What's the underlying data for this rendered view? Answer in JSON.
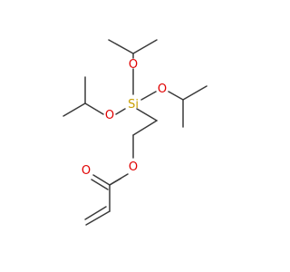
{
  "molecule": {
    "atoms": {
      "si": {
        "label": "Si",
        "color": "#c8a000"
      },
      "o1": {
        "label": "O",
        "color": "#e00000"
      },
      "o2": {
        "label": "O",
        "color": "#e00000"
      },
      "o3": {
        "label": "O",
        "color": "#e00000"
      },
      "o4": {
        "label": "O",
        "color": "#e00000"
      },
      "o5": {
        "label": "O",
        "color": "#e00000"
      }
    },
    "bond_color": "#3a3a3a"
  }
}
